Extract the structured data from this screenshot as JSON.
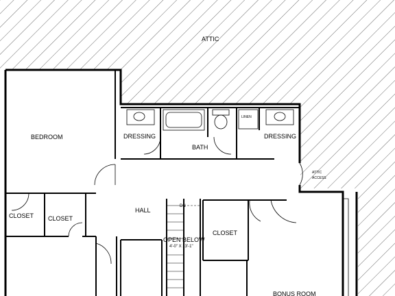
{
  "plan": {
    "rooms": {
      "attic": "ATTIC",
      "bedroom": "BEDROOM",
      "dressing_left": "DRESSING",
      "bath": "BATH",
      "dressing_right": "DRESSING",
      "hall": "HALL",
      "closet_left": "CLOSET",
      "closet_mid": "CLOSET",
      "closet_right": "CLOSET",
      "bonus_room": "BONUS ROOM",
      "open_below": "OPEN BELOW"
    },
    "annotations": {
      "open_below_dims": "4'-0\" X 13'-1\"",
      "stair_direction": "DN",
      "attic_access_line1": "ATTIC",
      "attic_access_line2": "ACCESS",
      "linen": "LINEN"
    }
  }
}
